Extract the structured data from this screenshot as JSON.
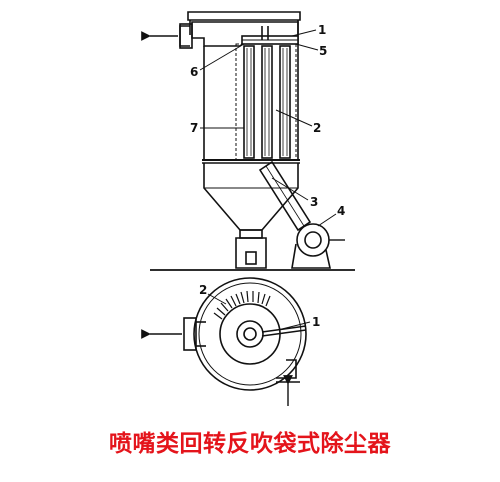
{
  "caption": "喷嘴类回转反吹袋式除尘器",
  "colors": {
    "line": "#111111",
    "caption": "#e4141b",
    "background": "#ffffff"
  },
  "side_view": {
    "labels": {
      "l1": "1",
      "l5": "5",
      "l6": "6",
      "l2": "2",
      "l7": "7",
      "l3": "3",
      "l4": "4"
    }
  },
  "top_view": {
    "labels": {
      "l2": "2",
      "l1": "1"
    }
  }
}
